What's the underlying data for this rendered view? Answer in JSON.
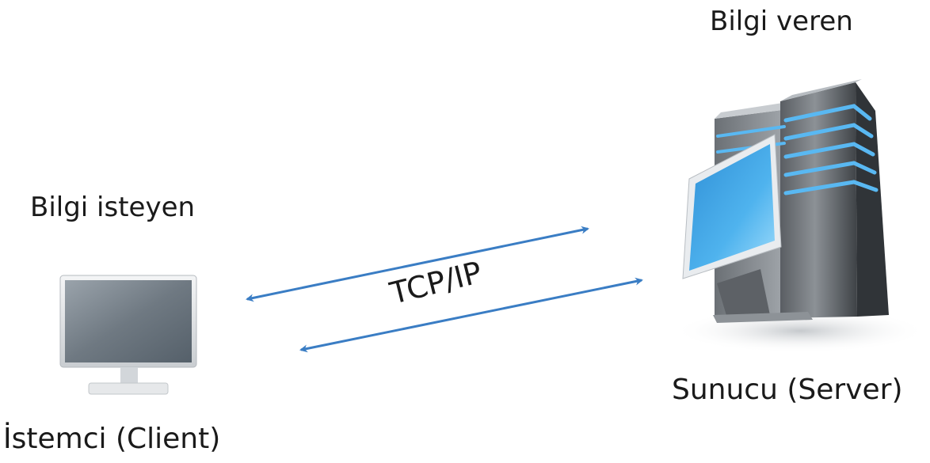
{
  "labels": {
    "server_role": "Bilgi veren",
    "client_role": "Bilgi isteyen",
    "server_name": "Sunucu (Server)",
    "client_name": "İstemci (Client)",
    "protocol": "TCP/IP"
  },
  "colors": {
    "arrow": "#3a7dc4",
    "text": "#1a1a1a",
    "server_light": "#59b8f2"
  },
  "icons": {
    "client": "monitor-icon",
    "server": "server-tower-icon"
  }
}
